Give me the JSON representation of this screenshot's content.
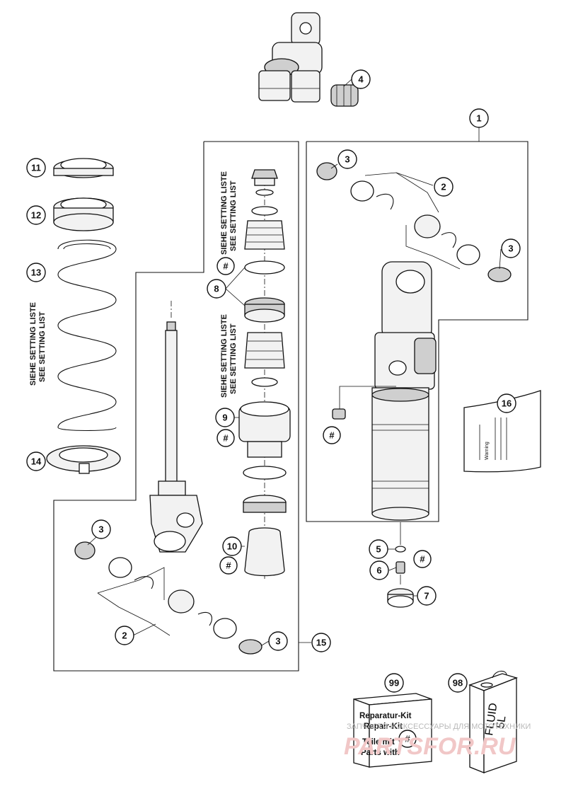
{
  "callouts": [
    "1",
    "2",
    "3",
    "4",
    "5",
    "6",
    "7",
    "8",
    "9",
    "10",
    "11",
    "12",
    "13",
    "14",
    "15",
    "16",
    "98",
    "99"
  ],
  "symbols": {
    "hash": "#"
  },
  "notes": {
    "setting_de": "SIEHE SETTING LISTE",
    "setting_en": "SEE SETTING LIST"
  },
  "label_16": {
    "warning": "Warning"
  },
  "kit_99": {
    "line1": "Reparatur-Kit",
    "line2": "Repair-Kit",
    "line3": "Teile mit",
    "line4": "Parts with"
  },
  "can_98": {
    "line1": "FLUID",
    "line2": "5L"
  },
  "watermark": {
    "tagline": "ЗАПЧАСТИ И АКСЕССУАРЫ ДЛЯ МОТОТЕХНИКИ",
    "logo": "PARTSFOR.RU"
  }
}
